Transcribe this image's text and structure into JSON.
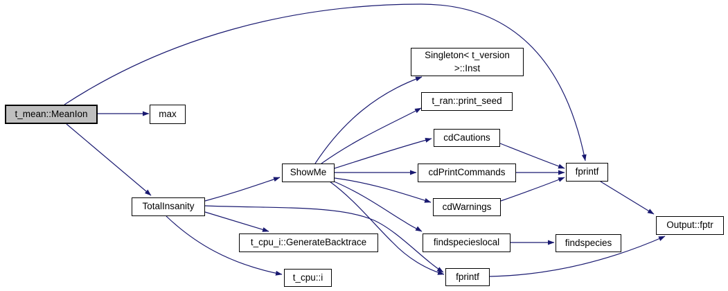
{
  "diagram": {
    "type": "call-graph",
    "root": "t_mean::MeanIon",
    "nodes": [
      {
        "id": "meanion",
        "label": "t_mean::MeanIon"
      },
      {
        "id": "max",
        "label": "max"
      },
      {
        "id": "totalinsanity",
        "label": "TotalInsanity"
      },
      {
        "id": "showme",
        "label": "ShowMe"
      },
      {
        "id": "singleton-inst",
        "label": "Singleton< t_version\n>::Inst"
      },
      {
        "id": "print-seed",
        "label": "t_ran::print_seed"
      },
      {
        "id": "cdcautions",
        "label": "cdCautions"
      },
      {
        "id": "cdprintcommands",
        "label": "cdPrintCommands"
      },
      {
        "id": "cdwarnings",
        "label": "cdWarnings"
      },
      {
        "id": "findspecieslocal",
        "label": "findspecieslocal"
      },
      {
        "id": "findspecies",
        "label": "findspecies"
      },
      {
        "id": "fprintf-right",
        "label": "fprintf"
      },
      {
        "id": "output-fptr",
        "label": "Output::fptr"
      },
      {
        "id": "generatebacktrace",
        "label": "t_cpu_i::GenerateBacktrace"
      },
      {
        "id": "t-cpu-i",
        "label": "t_cpu::i"
      },
      {
        "id": "fprintf-bottom",
        "label": "fprintf"
      }
    ],
    "edges": [
      {
        "from": "t_mean::MeanIon",
        "to": "max"
      },
      {
        "from": "t_mean::MeanIon",
        "to": "TotalInsanity"
      },
      {
        "from": "t_mean::MeanIon",
        "to": "fprintf (right)"
      },
      {
        "from": "TotalInsanity",
        "to": "ShowMe"
      },
      {
        "from": "TotalInsanity",
        "to": "fprintf (bottom)"
      },
      {
        "from": "TotalInsanity",
        "to": "t_cpu_i::GenerateBacktrace"
      },
      {
        "from": "TotalInsanity",
        "to": "t_cpu::i"
      },
      {
        "from": "ShowMe",
        "to": "Singleton< t_version >::Inst"
      },
      {
        "from": "ShowMe",
        "to": "t_ran::print_seed"
      },
      {
        "from": "ShowMe",
        "to": "cdCautions"
      },
      {
        "from": "ShowMe",
        "to": "cdPrintCommands"
      },
      {
        "from": "ShowMe",
        "to": "cdWarnings"
      },
      {
        "from": "ShowMe",
        "to": "findspecieslocal"
      },
      {
        "from": "ShowMe",
        "to": "fprintf (bottom)"
      },
      {
        "from": "cdCautions",
        "to": "fprintf (right)"
      },
      {
        "from": "cdPrintCommands",
        "to": "fprintf (right)"
      },
      {
        "from": "cdWarnings",
        "to": "fprintf (right)"
      },
      {
        "from": "findspecieslocal",
        "to": "findspecies"
      },
      {
        "from": "fprintf (right)",
        "to": "Output::fptr"
      },
      {
        "from": "fprintf (bottom)",
        "to": "Output::fptr"
      }
    ]
  },
  "colors": {
    "edge": "#191970",
    "node_border": "#000000",
    "node_fill": "#ffffff",
    "root_fill": "#bfbfbf",
    "text": "#000000",
    "background": "#ffffff"
  }
}
